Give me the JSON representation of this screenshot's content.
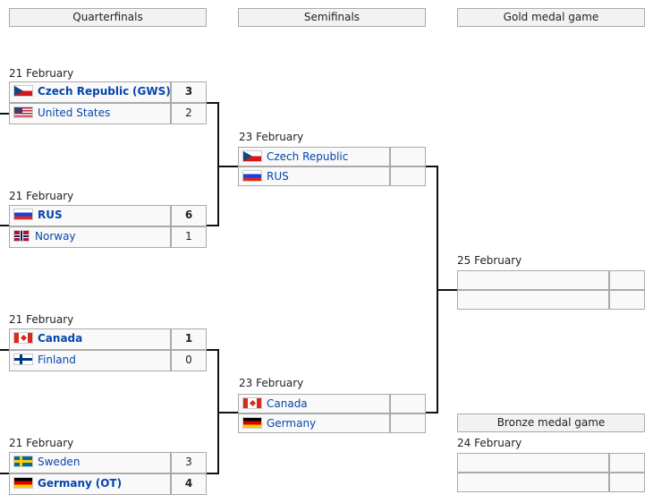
{
  "headers": {
    "qf": "Quarterfinals",
    "sf": "Semifinals",
    "gold": "Gold medal game",
    "bronze": "Bronze medal game"
  },
  "dates": {
    "qf1": "21 February",
    "qf2": "21 February",
    "qf3": "21 February",
    "qf4": "21 February",
    "sf1": "23 February",
    "sf2": "23 February",
    "gold": "25 February",
    "bronze": "24 February"
  },
  "matches": {
    "qf1": {
      "t1": {
        "name": "Czech Republic",
        "extra": "(GWS)",
        "score": "3",
        "flag": "flag-czech-icon"
      },
      "t2": {
        "name": "United States",
        "extra": "",
        "score": "2",
        "flag": "flag-usa-icon"
      }
    },
    "qf2": {
      "t1": {
        "name": "RUS",
        "extra": "",
        "score": "6",
        "flag": "flag-russia-icon"
      },
      "t2": {
        "name": "Norway",
        "extra": "",
        "score": "1",
        "flag": "flag-norway-icon"
      }
    },
    "qf3": {
      "t1": {
        "name": "Canada",
        "extra": "",
        "score": "1",
        "flag": "flag-canada-icon"
      },
      "t2": {
        "name": "Finland",
        "extra": "",
        "score": "0",
        "flag": "flag-finland-icon"
      }
    },
    "qf4": {
      "t1": {
        "name": "Sweden",
        "extra": "",
        "score": "3",
        "flag": "flag-sweden-icon"
      },
      "t2": {
        "name": "Germany",
        "extra": "(OT)",
        "score": "4",
        "flag": "flag-germany-icon"
      }
    },
    "sf1": {
      "t1": {
        "name": "Czech Republic",
        "score": "",
        "flag": "flag-czech-icon"
      },
      "t2": {
        "name": "RUS",
        "score": "",
        "flag": "flag-russia-icon"
      }
    },
    "sf2": {
      "t1": {
        "name": "Canada",
        "score": "",
        "flag": "flag-canada-icon"
      },
      "t2": {
        "name": "Germany",
        "score": "",
        "flag": "flag-germany-icon"
      }
    },
    "gold": {
      "t1": {
        "name": "",
        "score": ""
      },
      "t2": {
        "name": "",
        "score": ""
      }
    },
    "bronze": {
      "t1": {
        "name": "",
        "score": ""
      },
      "t2": {
        "name": "",
        "score": ""
      }
    }
  },
  "colors": {
    "link": "#0645ad",
    "cell_bg": "#f9f9f9",
    "header_bg": "#f2f2f2",
    "border": "#aaaaaa",
    "bracket_line": "#111111"
  }
}
